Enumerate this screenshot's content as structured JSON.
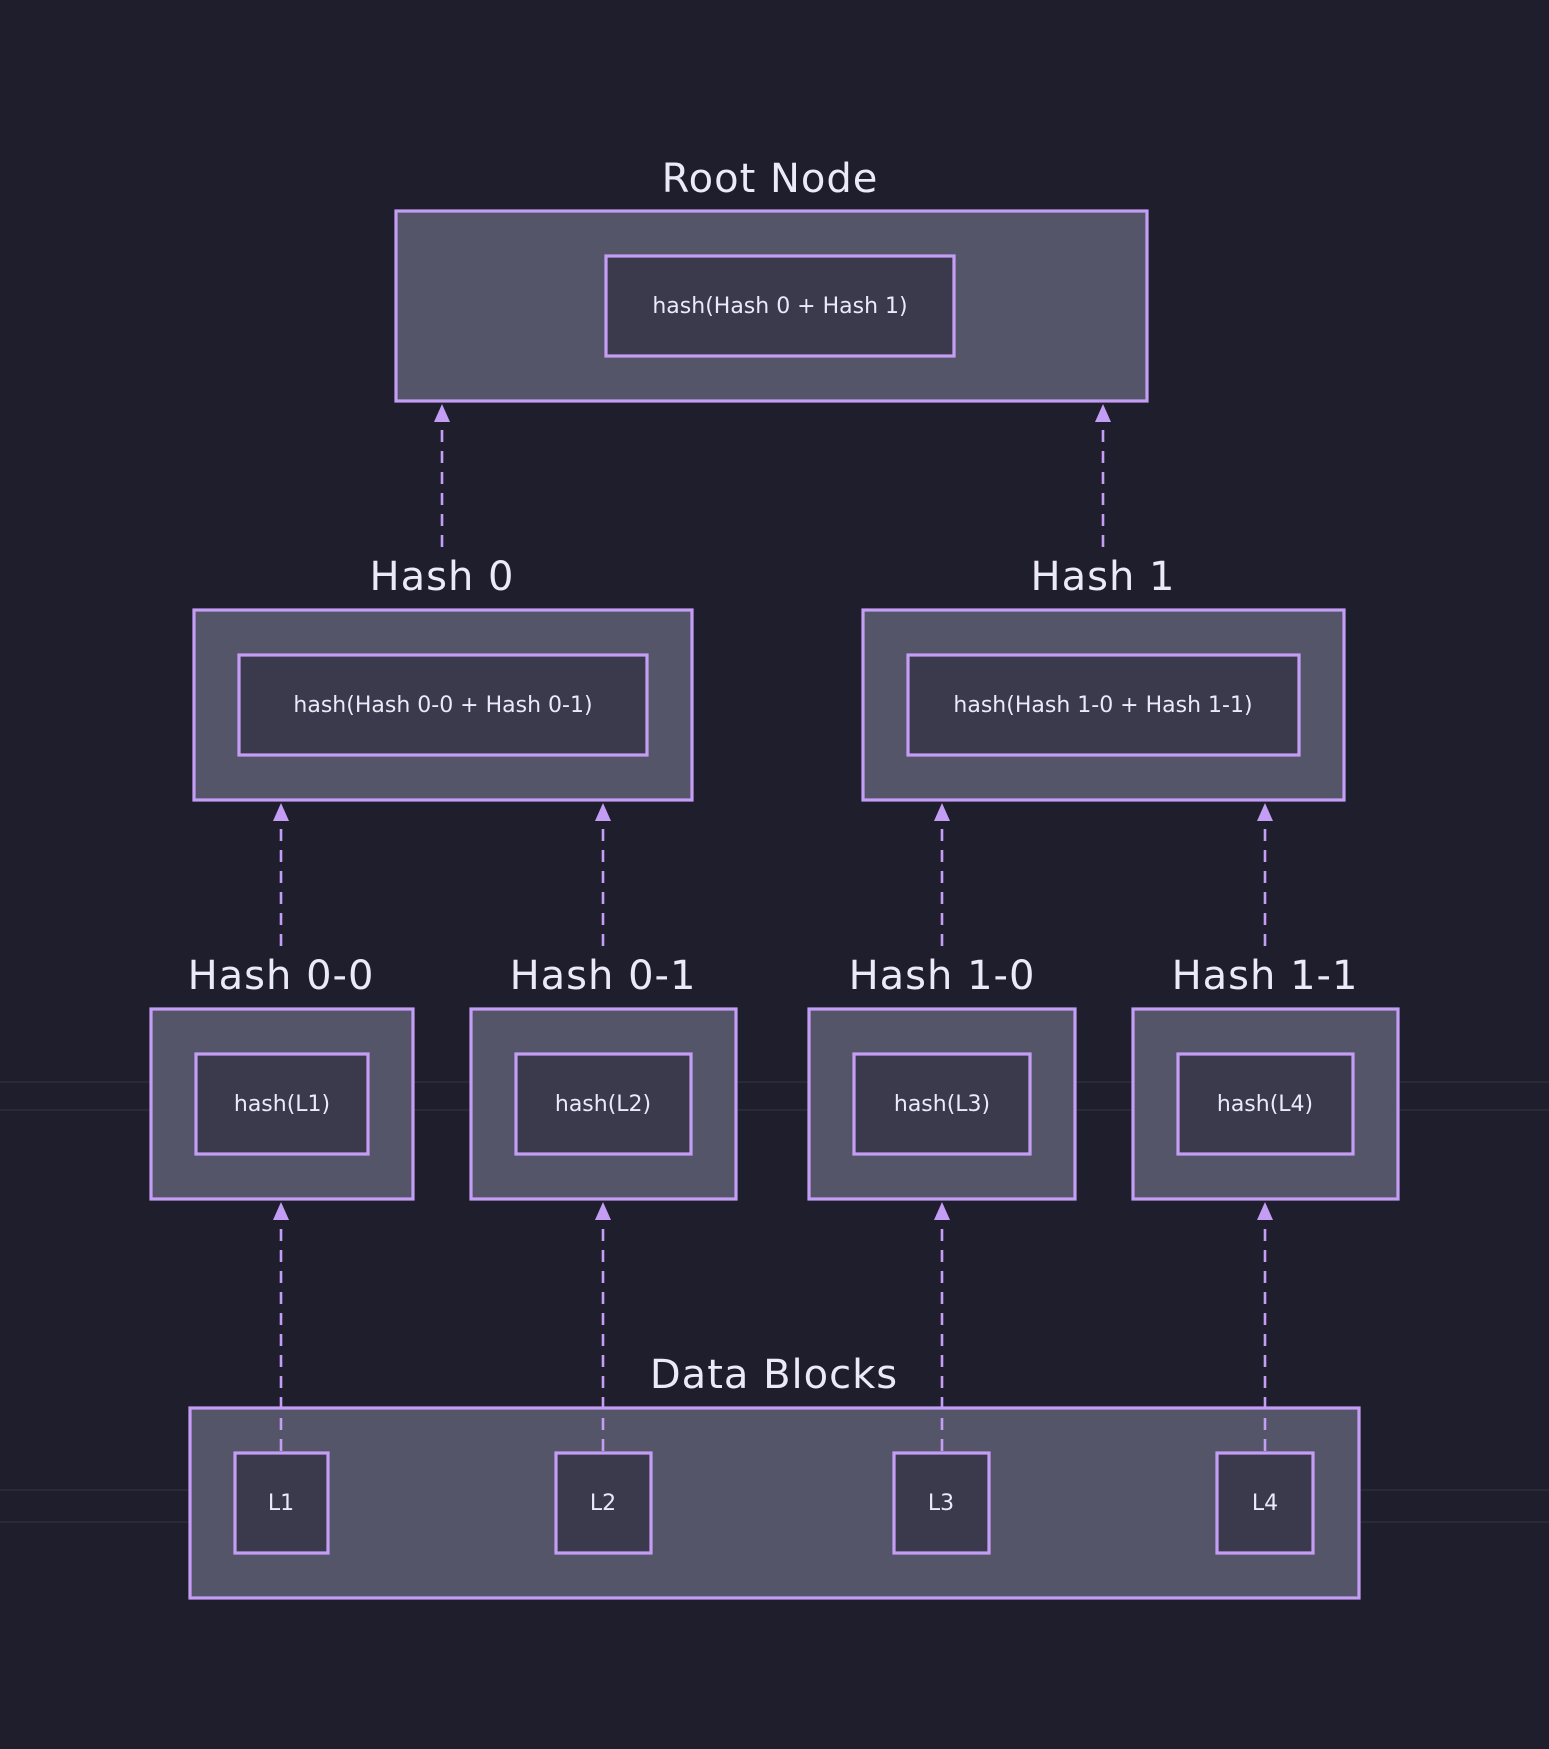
{
  "colors": {
    "background": "#1f1e2c",
    "accent": "#c49ef5",
    "group_fill": "#555569",
    "node_fill": "#3b3a4d",
    "text": "#ece9f8"
  },
  "groups": {
    "root": {
      "title": "Root Node",
      "node": "hash(Hash 0 + Hash 1)"
    },
    "hash0": {
      "title": "Hash 0",
      "node": "hash(Hash 0-0 + Hash 0-1)"
    },
    "hash1": {
      "title": "Hash 1",
      "node": "hash(Hash 1-0 + Hash 1-1)"
    },
    "hash00": {
      "title": "Hash 0-0",
      "node": "hash(L1)"
    },
    "hash01": {
      "title": "Hash 0-1",
      "node": "hash(L2)"
    },
    "hash10": {
      "title": "Hash 1-0",
      "node": "hash(L3)"
    },
    "hash11": {
      "title": "Hash 1-1",
      "node": "hash(L4)"
    },
    "data": {
      "title": "Data Blocks",
      "blocks": [
        "L1",
        "L2",
        "L3",
        "L4"
      ]
    }
  },
  "edges": [
    {
      "from": "hash0",
      "to": "root"
    },
    {
      "from": "hash1",
      "to": "root"
    },
    {
      "from": "hash00",
      "to": "hash0"
    },
    {
      "from": "hash01",
      "to": "hash0"
    },
    {
      "from": "hash10",
      "to": "hash1"
    },
    {
      "from": "hash11",
      "to": "hash1"
    },
    {
      "from": "L1",
      "to": "hash00"
    },
    {
      "from": "L2",
      "to": "hash01"
    },
    {
      "from": "L3",
      "to": "hash10"
    },
    {
      "from": "L4",
      "to": "hash11"
    }
  ]
}
